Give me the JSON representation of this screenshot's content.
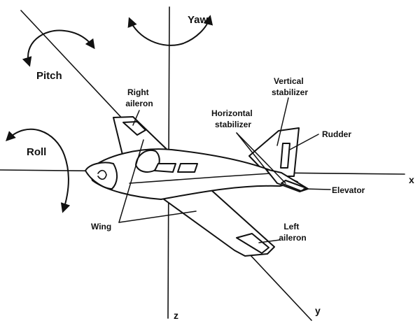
{
  "axes": {
    "x": "x",
    "y": "y",
    "z": "z"
  },
  "rotations": {
    "yaw": "Yaw",
    "pitch": "Pitch",
    "roll": "Roll"
  },
  "parts": {
    "right_aileron": [
      "Right",
      "aileron"
    ],
    "vertical_stabilizer": [
      "Vertical",
      "stabilizer"
    ],
    "horizontal_stabilizer": [
      "Horizontal",
      "stabilizer"
    ],
    "rudder": "Rudder",
    "elevator": "Elevator",
    "wing": "Wing",
    "left_aileron": [
      "Left",
      "aileron"
    ]
  }
}
